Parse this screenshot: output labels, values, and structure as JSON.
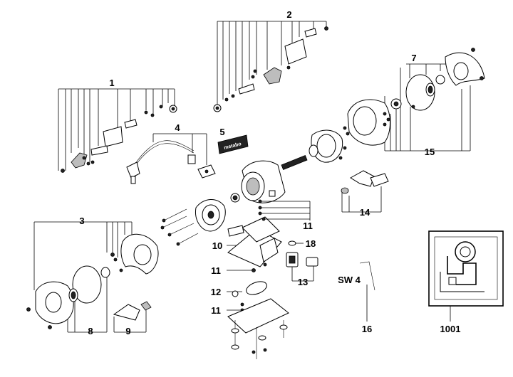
{
  "diagram": {
    "logo_text": "metabo",
    "callouts": {
      "c1": "1",
      "c2": "2",
      "c3": "3",
      "c4": "4",
      "c5": "5",
      "c7": "7",
      "c8": "8",
      "c9": "9",
      "c10": "10",
      "c11a": "11",
      "c11b": "11",
      "c11c": "11",
      "c12": "12",
      "c13": "13",
      "c14": "14",
      "c15": "15",
      "c16": "16",
      "c18": "18",
      "c1001": "1001",
      "sw4": "SW 4"
    }
  }
}
